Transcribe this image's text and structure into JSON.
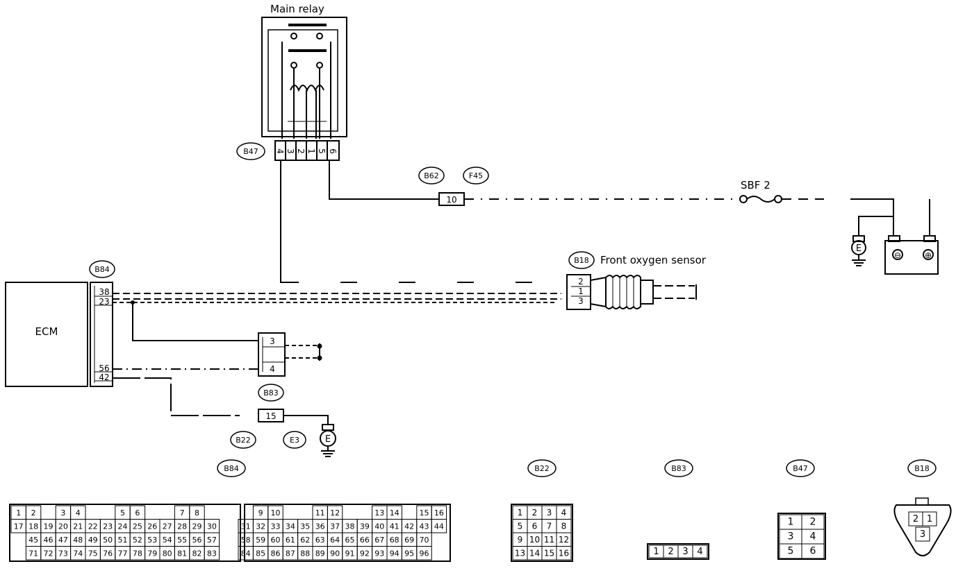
{
  "relay": {
    "title": "Main relay",
    "pins": [
      "4",
      "3",
      "2",
      "1",
      "5",
      "6"
    ]
  },
  "ecm": {
    "label": "ECM",
    "pins": [
      "38",
      "23",
      "56",
      "42"
    ]
  },
  "sensor": {
    "label": "Front oxygen sensor",
    "pins": [
      "2",
      "1",
      "3"
    ]
  },
  "fuse": {
    "label": "SBF 2"
  },
  "b83_block": {
    "pins": [
      "3",
      "4"
    ]
  },
  "ground_pin": "15",
  "joint_pin": "10",
  "tags": {
    "b47": "B47",
    "b62": "B62",
    "f45": "F45",
    "b84": "B84",
    "b18": "B18",
    "b83": "B83",
    "b22": "B22",
    "e3": "E3"
  },
  "ground_symbol": "E",
  "battery_symbols": [
    "⊖",
    "⊕"
  ],
  "connector_titles": [
    "B84",
    "B22",
    "B83",
    "B47",
    "B18"
  ],
  "b84_rows": [
    [
      "1",
      "2",
      "",
      "3",
      "4",
      "",
      "",
      "5",
      "6",
      "",
      "",
      "7",
      "8",
      "",
      "",
      "",
      "9",
      "10",
      "",
      "",
      "11",
      "12",
      "",
      "",
      "13",
      "14",
      "",
      "15",
      "16"
    ],
    [
      "17",
      "18",
      "19",
      "20",
      "21",
      "22",
      "23",
      "24",
      "25",
      "26",
      "27",
      "28",
      "29",
      "30",
      "",
      "31",
      "32",
      "33",
      "34",
      "35",
      "36",
      "37",
      "38",
      "39",
      "40",
      "41",
      "42",
      "43",
      "44"
    ],
    [
      "",
      "45",
      "46",
      "47",
      "48",
      "49",
      "50",
      "51",
      "52",
      "53",
      "54",
      "55",
      "56",
      "57",
      "",
      "58",
      "59",
      "60",
      "61",
      "62",
      "63",
      "64",
      "65",
      "66",
      "67",
      "68",
      "69",
      "70",
      ""
    ],
    [
      "",
      "71",
      "72",
      "73",
      "74",
      "75",
      "76",
      "77",
      "78",
      "79",
      "80",
      "81",
      "82",
      "83",
      "",
      "84",
      "85",
      "86",
      "87",
      "88",
      "89",
      "90",
      "91",
      "92",
      "93",
      "94",
      "95",
      "96",
      ""
    ]
  ],
  "b22_rows": [
    [
      "1",
      "2",
      "3",
      "4"
    ],
    [
      "5",
      "6",
      "7",
      "8"
    ],
    [
      "9",
      "10",
      "11",
      "12"
    ],
    [
      "13",
      "14",
      "15",
      "16"
    ]
  ],
  "b83_row": [
    "1",
    "2",
    "3",
    "4"
  ],
  "b47_rows": [
    [
      "1",
      "2"
    ],
    [
      "3",
      "4"
    ],
    [
      "5",
      "6"
    ]
  ],
  "b18_rows": [
    [
      "2",
      "1"
    ],
    [
      "3"
    ]
  ]
}
